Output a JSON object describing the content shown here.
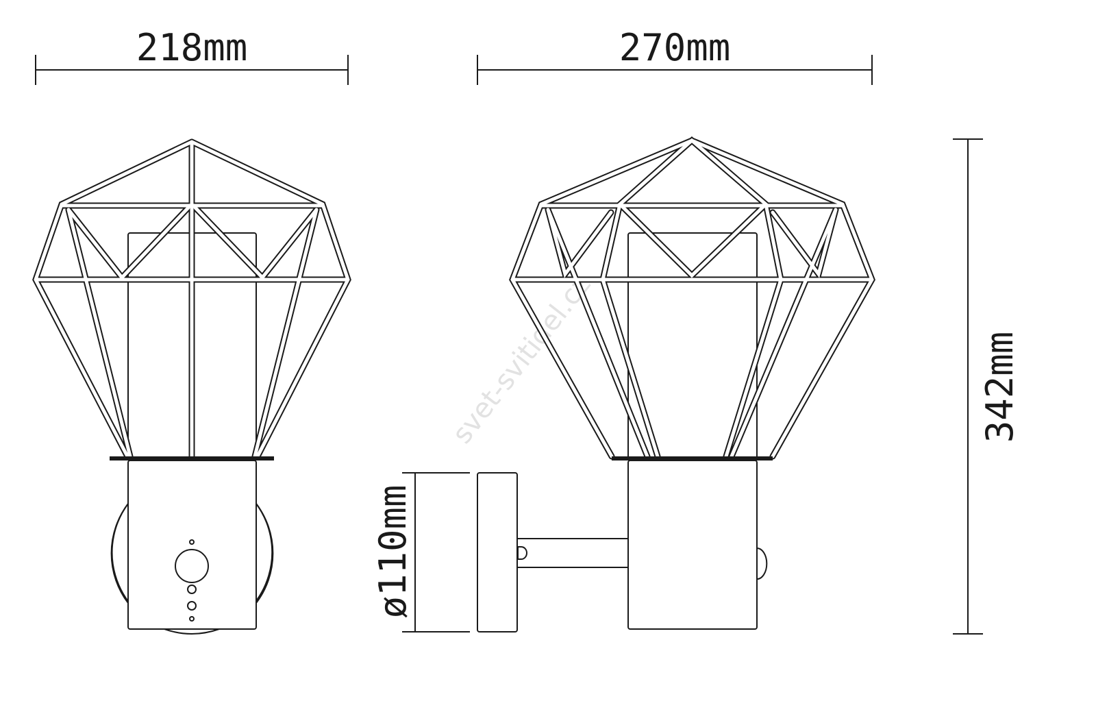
{
  "dimensions": {
    "front_width": "218mm",
    "side_depth": "270mm",
    "height": "342mm",
    "backplate_diameter": "ø110mm"
  },
  "watermark": "svet-svitidel.cz",
  "colors": {
    "line": "#1a1a1a",
    "background": "#ffffff",
    "watermark": "#e2e2e2"
  }
}
